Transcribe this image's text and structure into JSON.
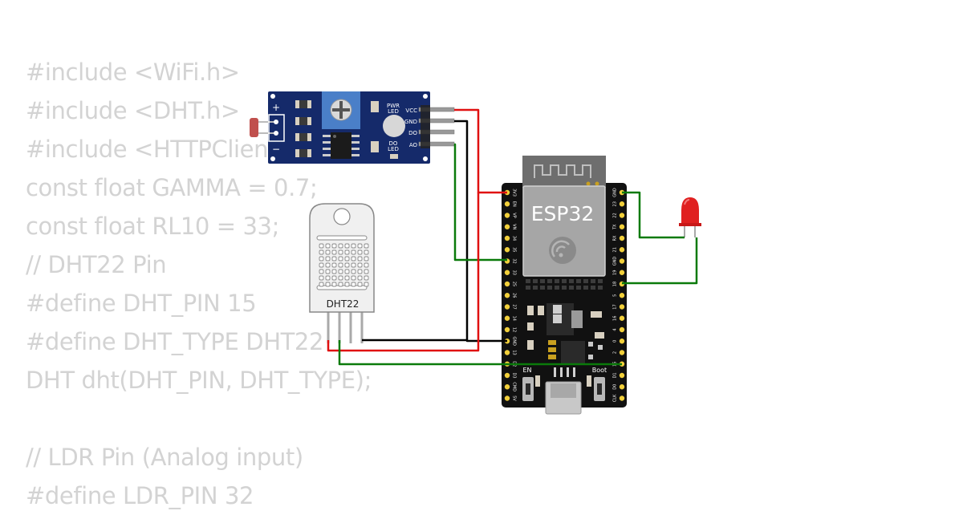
{
  "code": {
    "lines": [
      "#include <WiFi.h>",
      "#include <DHT.h>",
      "#include <HTTPClient.h>",
      "const float GAMMA = 0.7;",
      "const float RL10 = 33;",
      "// DHT22 Pin",
      "#define DHT_PIN 15",
      "#define DHT_TYPE DHT22",
      "DHT dht(DHT_PIN, DHT_TYPE);",
      "",
      "// LDR Pin (Analog input)",
      "#define LDR_PIN 32"
    ]
  },
  "ldr_module": {
    "plus": "+",
    "minus": "−",
    "pins": [
      "VCC",
      "GND",
      "DO",
      "AO"
    ],
    "pwr_led": [
      "PWR",
      "LED"
    ],
    "do_led": [
      "DO",
      "LED"
    ]
  },
  "dht22": {
    "label": "DHT22"
  },
  "esp32": {
    "label": "ESP32",
    "left_pins": [
      "3V3",
      "EN",
      "VP",
      "VN",
      "34",
      "35",
      "32",
      "33",
      "25",
      "26",
      "27",
      "14",
      "12",
      "GND",
      "13",
      "D2",
      "D3",
      "CMD",
      "5V"
    ],
    "right_pins": [
      "GND",
      "23",
      "22",
      "TX",
      "RX",
      "21",
      "GND",
      "19",
      "18",
      "5",
      "17",
      "16",
      "4",
      "0",
      "2",
      "15",
      "D1",
      "D0",
      "CLK"
    ],
    "en_label": "EN",
    "boot_label": "Boot"
  },
  "colors": {
    "code_text": "#d3d3d3",
    "wire_red": "#e01010",
    "wire_black": "#000000",
    "wire_green": "#0a7a0a",
    "board": "#111111",
    "ldr_module_board": "#152a6a",
    "pot": "#4a7fc8",
    "led": "#e02020",
    "pin_gold": "#f1cf3a"
  }
}
